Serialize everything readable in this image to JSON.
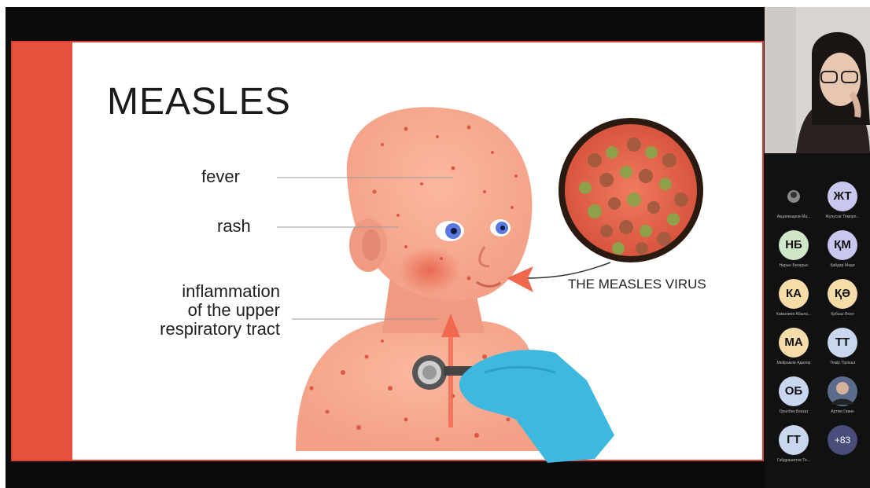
{
  "slide": {
    "title": "MEASLES",
    "labels": {
      "fever": "fever",
      "rash": "rash",
      "inflammation_line1": "inflammation",
      "inflammation_line2": "of the upper",
      "inflammation_line3": "respiratory tract",
      "virus": "THE MEASLES VIRUS"
    }
  },
  "participants": [
    {
      "initials": "",
      "name": "Акциякааров Ма...",
      "avatar_color": "#1a1a1a",
      "type": "image"
    },
    {
      "initials": "ЖТ",
      "name": "Жунусов Темирл...",
      "avatar_color": "#c9c6ef"
    },
    {
      "initials": "НБ",
      "name": "Нарын Бекарыс",
      "avatar_color": "#cfe6c8"
    },
    {
      "initials": "ҚМ",
      "name": "Қайдар Мәди",
      "avatar_color": "#c9c6ef"
    },
    {
      "initials": "КА",
      "name": "Камалиев Абыла...",
      "avatar_color": "#f6dca8"
    },
    {
      "initials": "ҚӘ",
      "name": "Қобыш Әсел",
      "avatar_color": "#f6dca8"
    },
    {
      "initials": "МА",
      "name": "Мейрамов Адиляр",
      "avatar_color": "#f6dca8"
    },
    {
      "initials": "ТТ",
      "name": "Темір Тірлеші",
      "avatar_color": "#c9d6ef"
    },
    {
      "initials": "ОБ",
      "name": "Оралбек Бекзат",
      "avatar_color": "#c9d6ef"
    },
    {
      "initials": "",
      "name": "Артём Гавин",
      "avatar_color": "#3d3d3d",
      "type": "photo"
    },
    {
      "initials": "ГТ",
      "name": "Габдрашитов Те...",
      "avatar_color": "#c9d6ef"
    },
    {
      "initials": "+83",
      "name": "",
      "avatar_color": "#4a4c7a"
    }
  ],
  "colors": {
    "accent_red": "#e8513d",
    "skin": "#f6a58c",
    "rash": "#d94b39",
    "eye_blue": "#5a78e0",
    "glove": "#3fb8e0"
  }
}
